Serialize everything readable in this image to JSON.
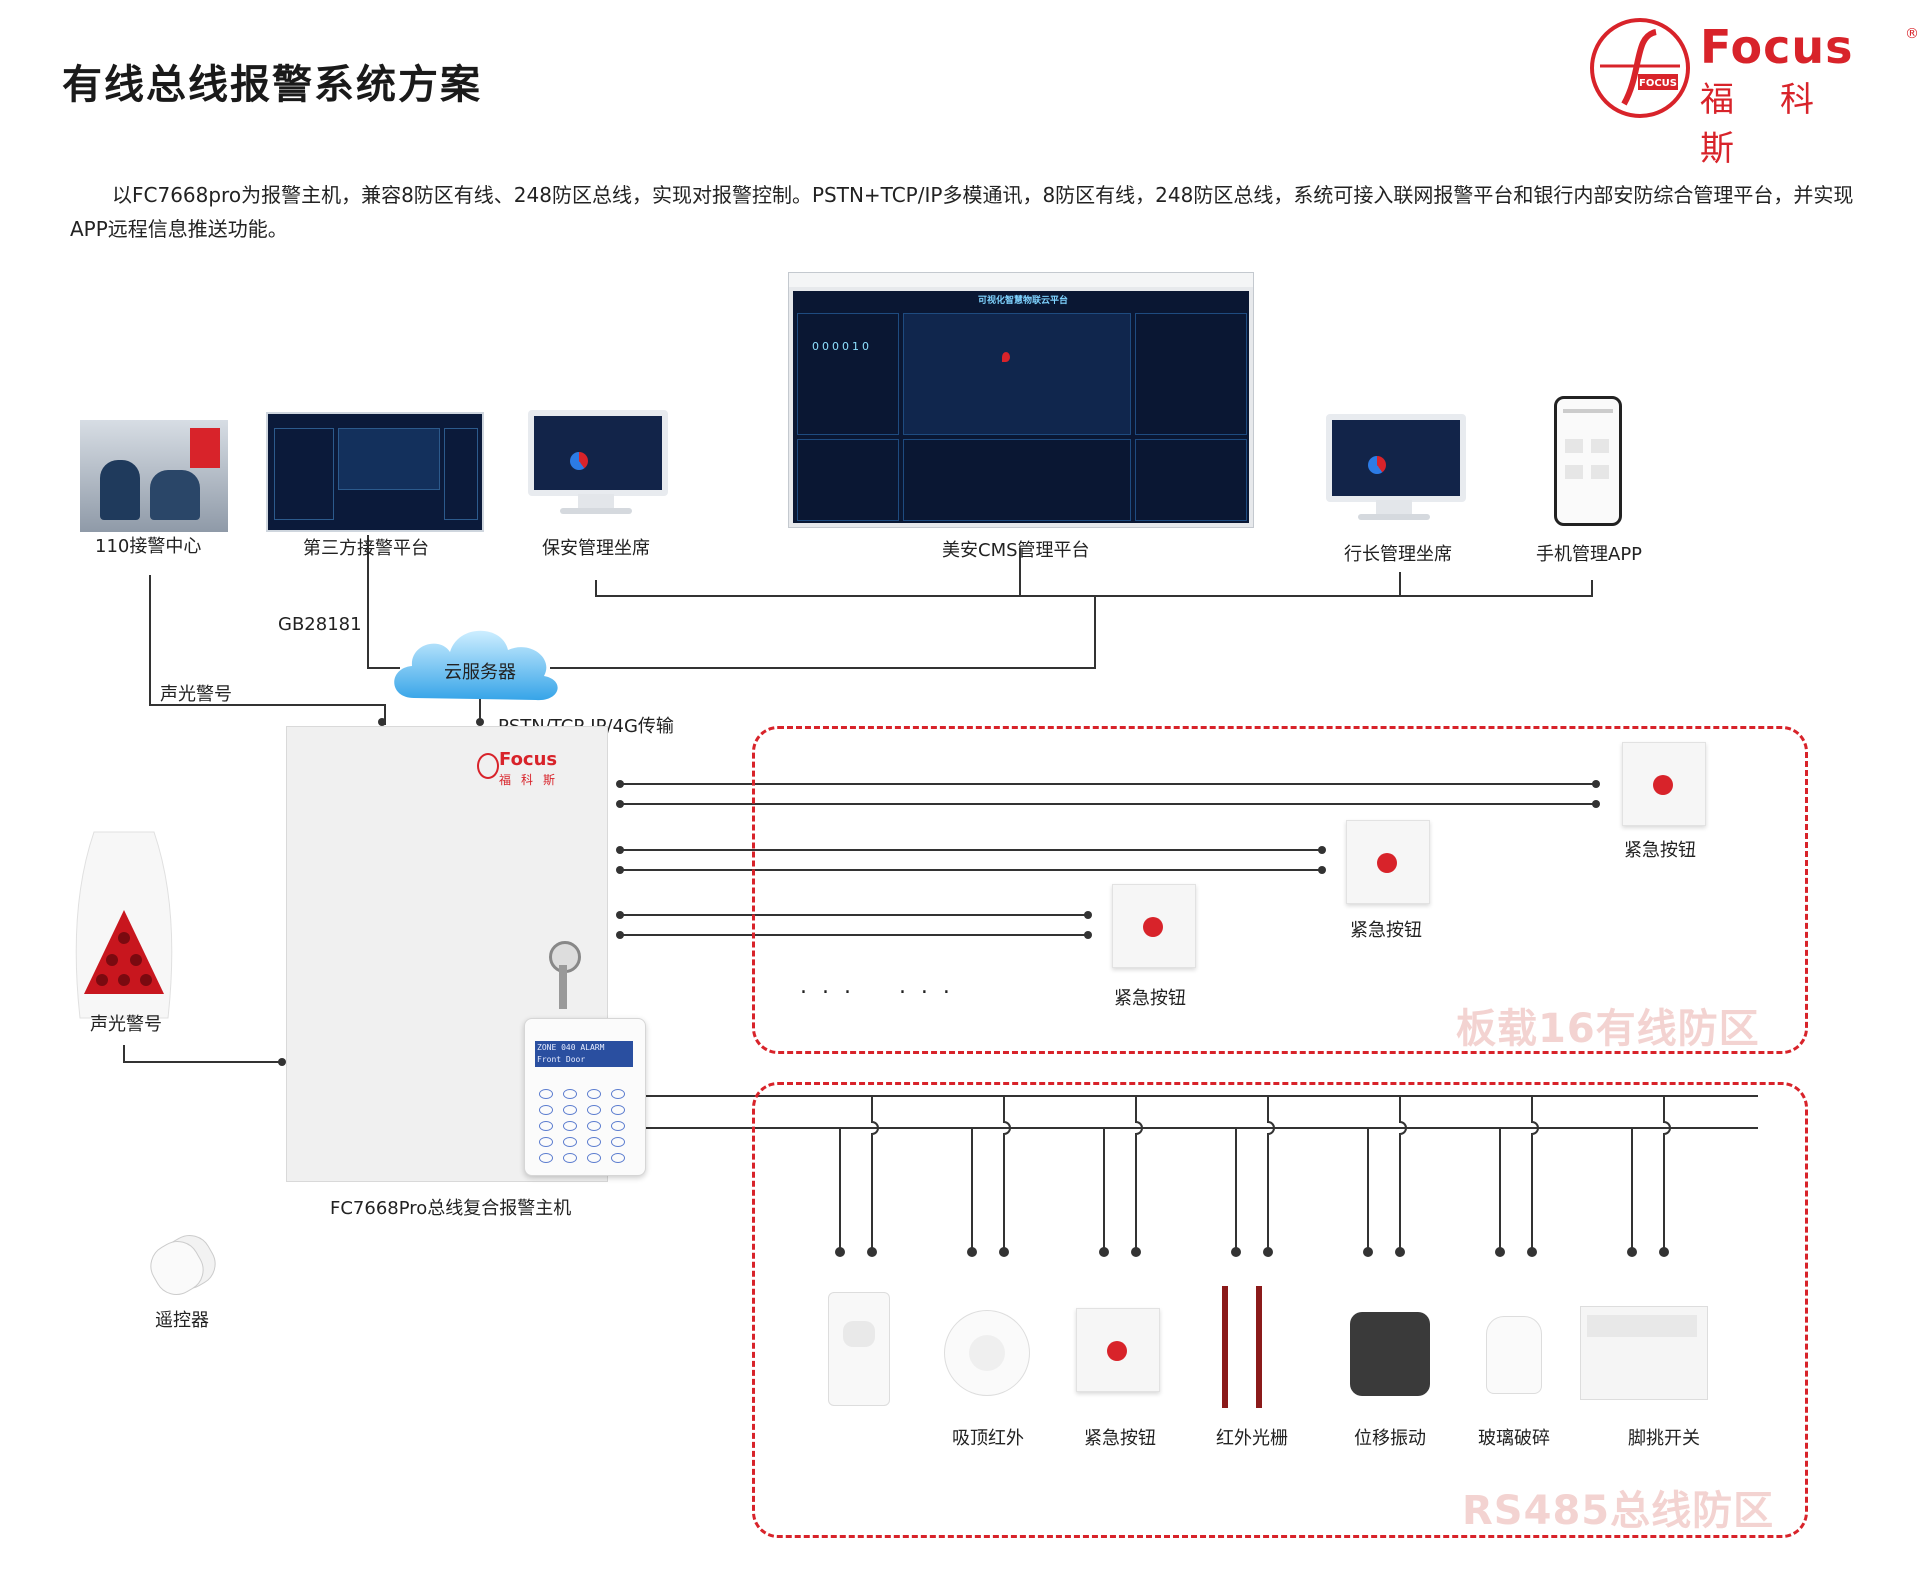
{
  "header": {
    "title": "有线总线报警系统方案",
    "intro": "以FC7668pro为报警主机，兼容8防区有线、248防区总线，实现对报警控制。PSTN+TCP/IP多模通讯，8防区有线，248防区总线，系统可接入联网报警平台和银行内部安防综合管理平台，并实现APP远程信息推送功能。"
  },
  "logo": {
    "brand": "Focus",
    "reg": "®",
    "cn": "福科斯",
    "mark": "FOCUS"
  },
  "top_devices": {
    "police": "110接警中心",
    "third_party": "第三方接警平台",
    "security_seat": "保安管理坐席",
    "cms": "美安CMS管理平台",
    "manager_seat": "行长管理坐席",
    "mobile_app": "手机管理APP"
  },
  "cms_screen": {
    "title": "可视化智慧物联云平台",
    "counter": "000010"
  },
  "network": {
    "gb": "GB28181",
    "cloud": "云服务器",
    "alarm_signal": "声光警号",
    "transport": "PSTN/TCP-IP/4G传输"
  },
  "host": {
    "label": "FC7668Pro总线复合报警主机",
    "keypad_line1": "ZONE 040 ALARM",
    "keypad_line2": "Front Door",
    "box_brand": "Focus",
    "box_cn": "福科斯"
  },
  "left_devices": {
    "siren": "声光警号",
    "remote": "遥控器"
  },
  "wired_zone": {
    "title": "板载16有线防区",
    "button_label": "紧急按钮",
    "dots": ". . .    . . ."
  },
  "bus_zone": {
    "title": "RS485总线防区",
    "devices": [
      "吸顶红外",
      "紧急按钮",
      "红外光栅",
      "位移振动",
      "玻璃破碎",
      "脚挑开关"
    ]
  },
  "colors": {
    "accent": "#d8232a",
    "zone_title": "#f3d3d1",
    "line": "#333333"
  }
}
